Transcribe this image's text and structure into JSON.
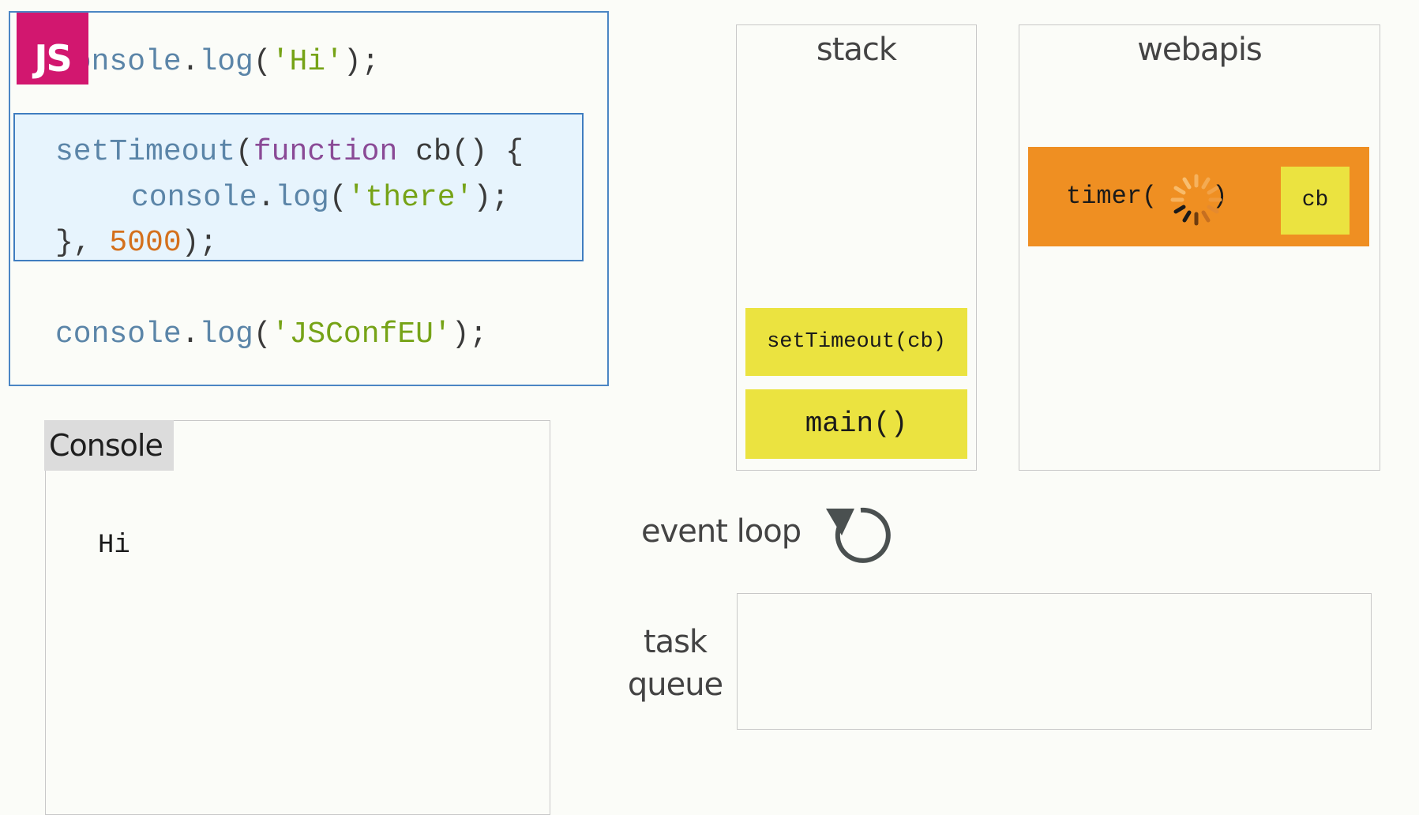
{
  "code": {
    "line1": {
      "prefix": "console",
      "dot": ".",
      "method": "log",
      "open": "(",
      "str": "'Hi'",
      "close": ");"
    },
    "line2": {
      "fn": "setTimeout",
      "open": "(",
      "kw": "function",
      "rest": " cb() {"
    },
    "line3": {
      "obj": "console",
      "dot": ".",
      "method": "log",
      "open": "(",
      "str": "'there'",
      "close": ");"
    },
    "line4": {
      "start": "}, ",
      "num": "5000",
      "close": ");"
    },
    "line5": {
      "obj": "console",
      "dot": ".",
      "method": "log",
      "open": "(",
      "str": "'JSConfEU'",
      "close": ");"
    }
  },
  "logo": {
    "label": "JS",
    "color": "#d2176f"
  },
  "console": {
    "title": "Console",
    "lines": [
      "Hi"
    ]
  },
  "stack": {
    "title": "stack",
    "frames": [
      "setTimeout(cb)",
      "main()"
    ]
  },
  "webapis": {
    "title": "webapis",
    "timer_label": "timer(",
    "timer_close": ")",
    "callback": "cb",
    "timer_color": "#ef8f22"
  },
  "event_loop": {
    "label": "event loop",
    "icon": "refresh-icon"
  },
  "task_queue": {
    "label_line1": "task",
    "label_line2": "queue",
    "items": []
  }
}
